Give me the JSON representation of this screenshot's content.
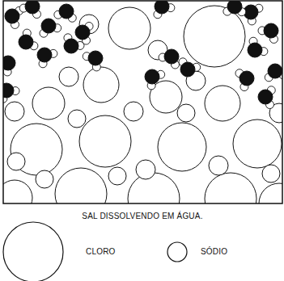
{
  "diagram": {
    "caption": "SAL DISSOLVENDO EM ÁGUA.",
    "legend": [
      {
        "text": "CLORO"
      },
      {
        "text": "SÓDIO"
      }
    ]
  }
}
